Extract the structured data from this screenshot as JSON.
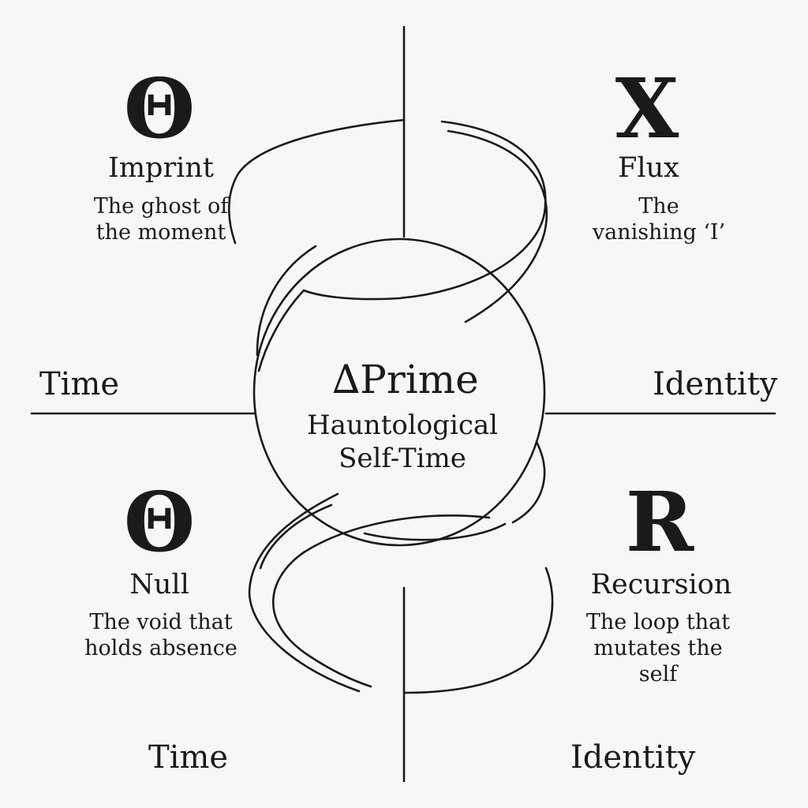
{
  "center": {
    "title": "∆Prime",
    "subtitle": "Hauntological\nSelf-Time"
  },
  "axes": {
    "left_label": "Time",
    "right_label": "Identity",
    "bottom_left_label": "Time",
    "bottom_right_label": "Identity"
  },
  "quadrants": {
    "top_left": {
      "symbol": "Θ",
      "title": "Imprint",
      "description": "The ghost of\nthe moment"
    },
    "top_right": {
      "symbol": "X",
      "title": "Flux",
      "description": "The vanishing ‘I’"
    },
    "bottom_left": {
      "symbol": "Θ",
      "title": "Null",
      "description": "The void that\nholds absence"
    },
    "bottom_right": {
      "symbol": "R",
      "title": "Recursion",
      "description": "The loop that\nmutates the self"
    }
  }
}
